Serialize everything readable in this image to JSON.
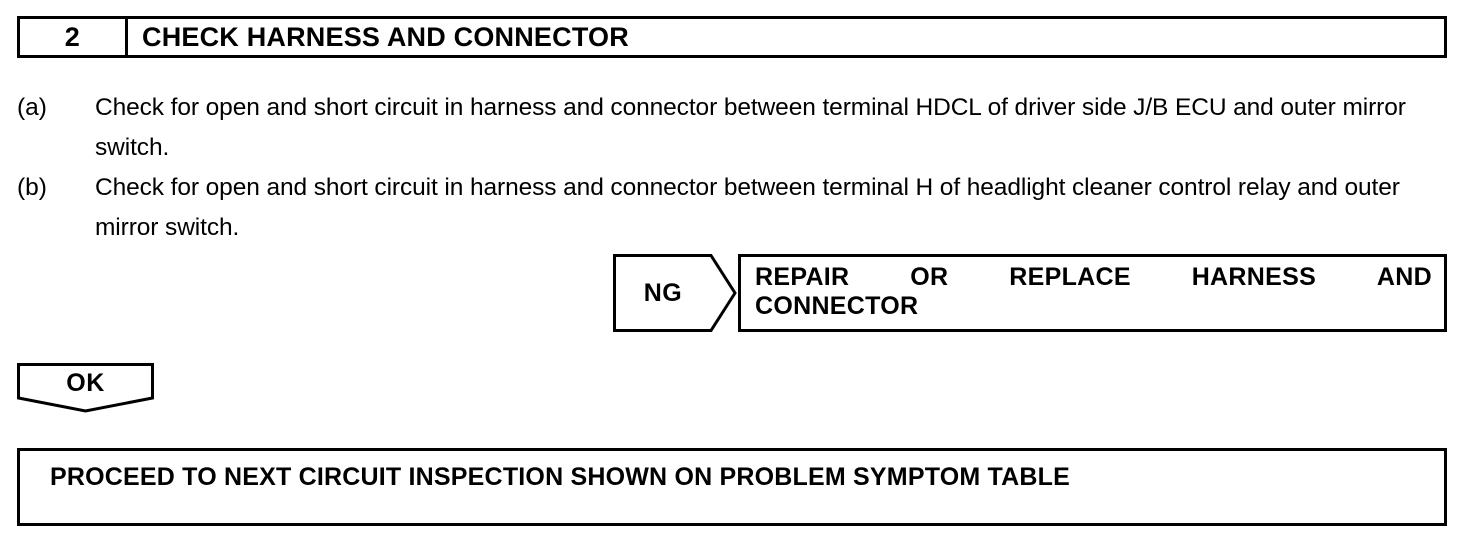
{
  "page": {
    "kind": "diagnostic-flowchart",
    "ink_color": "#000000",
    "paper_color": "#ffffff"
  },
  "step_header": {
    "number": "2",
    "title": "CHECK HARNESS AND CONNECTOR"
  },
  "procedure": {
    "items": [
      {
        "label": "(a)",
        "text": "Check for open and short circuit in harness and connector between terminal HDCL of driver side J/B ECU and outer mirror switch."
      },
      {
        "label": "(b)",
        "text": "Check for open and short circuit in harness and connector between terminal H of headlight cleaner control relay and outer mirror switch."
      }
    ]
  },
  "ng_branch": {
    "tag": "NG",
    "action_line_1_words": [
      "REPAIR",
      "OR",
      "REPLACE",
      "HARNESS",
      "AND"
    ],
    "action_line_2": "CONNECTOR",
    "action_full": "REPAIR OR REPLACE HARNESS AND CONNECTOR"
  },
  "ok_branch": {
    "tag": "OK",
    "result": "PROCEED TO NEXT CIRCUIT INSPECTION SHOWN ON PROBLEM SYMPTOM TABLE"
  }
}
